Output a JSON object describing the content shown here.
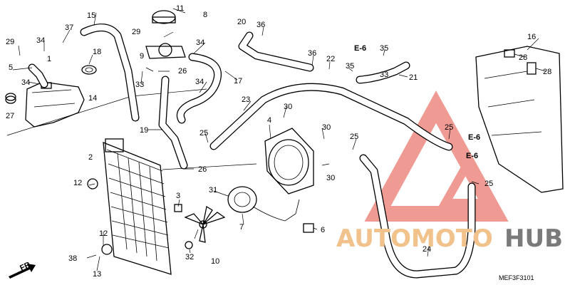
{
  "diagram": {
    "drawing_code": "MEF3F3101",
    "front_marker": "FR.",
    "watermark": {
      "part1": "AUTOMOTO",
      "part2": "HUB"
    },
    "callouts": {
      "c1": "1",
      "c2": "2",
      "c3": "3",
      "c4": "4",
      "c5": "5",
      "c6": "6",
      "c7": "7",
      "c8": "8",
      "c9": "9",
      "c10": "10",
      "c11": "11",
      "c12a": "12",
      "c12b": "12",
      "c13": "13",
      "c14": "14",
      "c15": "15",
      "c16": "16",
      "c17": "17",
      "c18": "18",
      "c19": "19",
      "c20": "20",
      "c21": "21",
      "c22": "22",
      "c23": "23",
      "c24": "24",
      "c25a": "25",
      "c25b": "25",
      "c25c": "25",
      "c25d": "25",
      "c26a": "26",
      "c26b": "26",
      "c27": "27",
      "c28a": "28",
      "c28b": "28",
      "c29a": "29",
      "c29b": "29",
      "c30a": "30",
      "c30b": "30",
      "c30c": "30",
      "c31": "31",
      "c32": "32",
      "c33a": "33",
      "c33b": "33",
      "c34a": "34",
      "c34b": "34",
      "c34c": "34",
      "c34d": "34",
      "c35a": "35",
      "c35b": "35",
      "c36a": "36",
      "c36b": "36",
      "c37": "37",
      "c38": "38",
      "e6a": "E-6",
      "e6b": "E-6",
      "e6c": "E-6"
    }
  }
}
